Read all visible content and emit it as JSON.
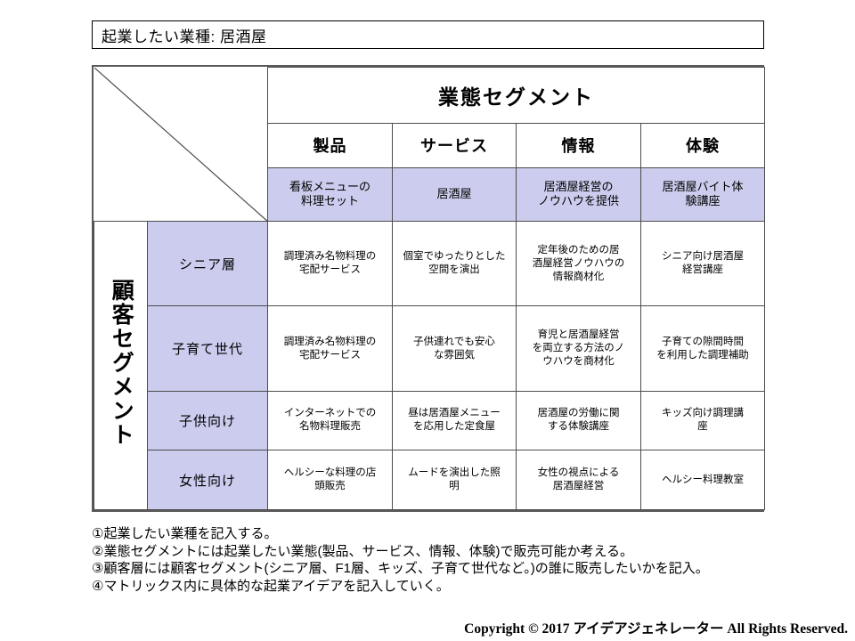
{
  "title": {
    "text": "起業したい業種: 居酒屋"
  },
  "matrix": {
    "column_axis_label": "業態セグメント",
    "row_axis_label": "顧客セグメント",
    "columns": [
      {
        "label": "製品",
        "example": "看板メニューの\n料理セット"
      },
      {
        "label": "サービス",
        "example": "居酒屋"
      },
      {
        "label": "情報",
        "example": "居酒屋経営の\nノウハウを提供"
      },
      {
        "label": "体験",
        "example": "居酒屋バイト体\n験講座"
      }
    ],
    "rows": [
      {
        "label": "シニア層",
        "cells": [
          "調理済み名物料理の\n宅配サービス",
          "個室でゆったりとした\n空間を演出",
          "定年後のための居\n酒屋経営ノウハウの\n情報商材化",
          "シニア向け居酒屋\n経営講座"
        ]
      },
      {
        "label": "子育て世代",
        "cells": [
          "調理済み名物料理の\n宅配サービス",
          "子供連れでも安心\nな雰囲気",
          "育児と居酒屋経営\nを両立する方法のノ\nウハウを商材化",
          "子育ての隙間時間\nを利用した調理補助"
        ]
      },
      {
        "label": "子供向け",
        "cells": [
          "インターネットでの\n名物料理販売",
          "昼は居酒屋メニュー\nを応用した定食屋",
          "居酒屋の労働に関\nする体験講座",
          "キッズ向け調理講\n座"
        ]
      },
      {
        "label": "女性向け",
        "cells": [
          "ヘルシーな料理の店\n頭販売",
          "ムードを演出した照\n明",
          "女性の視点による\n居酒屋経営",
          "ヘルシー料理教室"
        ]
      }
    ]
  },
  "notes": [
    "①起業したい業種を記入する。",
    "②業態セグメントには起業したい業態(製品、サービス、情報、体験)で販売可能か考える。",
    "③顧客層には顧客セグメント(シニア層、F1層、キッズ、子育て世代など。)の誰に販売したいかを記入。",
    "④マトリックス内に具体的な起業アイデアを記入していく。"
  ],
  "copyright": "Copyright © 2017 アイデアジェネレーター All Rights Reserved.",
  "colors": {
    "highlight_fill": "#ccccee",
    "border": "#4d4d4d",
    "outer_border": "#595959"
  }
}
